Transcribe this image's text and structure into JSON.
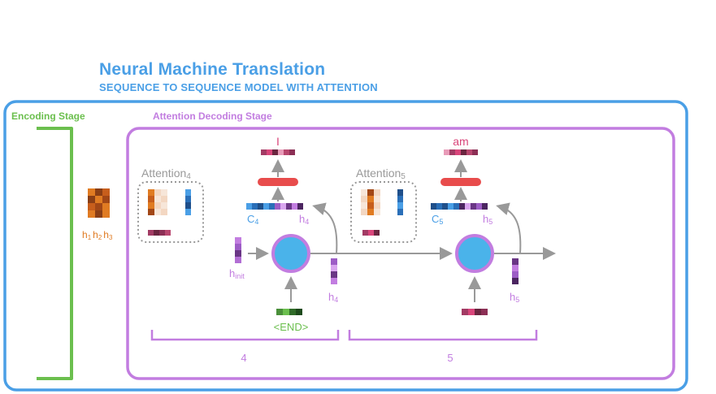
{
  "header": {
    "title": "Neural Machine Translation",
    "subtitle": "SEQUENCE TO SEQUENCE MODEL WITH ATTENTION"
  },
  "stages": {
    "encoding": "Encoding Stage",
    "decoding": "Attention Decoding Stage"
  },
  "encoder": {
    "hidden_labels": [
      "h",
      "1",
      "h",
      "2",
      "h",
      "3"
    ]
  },
  "steps": [
    {
      "attention_label": "Attention",
      "attention_sub": "4",
      "output_word": "I",
      "context_label": "C",
      "context_sub": "4",
      "hidden_label": "h",
      "hidden_sub": "4",
      "input_label": "<END>",
      "prev_hidden_label": "h",
      "prev_hidden_sub": "init",
      "out_hidden_label": "h",
      "out_hidden_sub": "4",
      "bracket_label": "4"
    },
    {
      "attention_label": "Attention",
      "attention_sub": "5",
      "output_word": "am",
      "context_label": "C",
      "context_sub": "5",
      "hidden_label": "h",
      "hidden_sub": "5",
      "out_hidden_label": "h",
      "out_hidden_sub": "5",
      "bracket_label": "5"
    }
  ],
  "colors": {
    "blue": "#4a9fe6",
    "green": "#6bbf4e",
    "purple": "#c27de0",
    "red": "#e84c4c",
    "orange": "#e07b22",
    "gray": "#999999",
    "pink": "#d9457a"
  }
}
